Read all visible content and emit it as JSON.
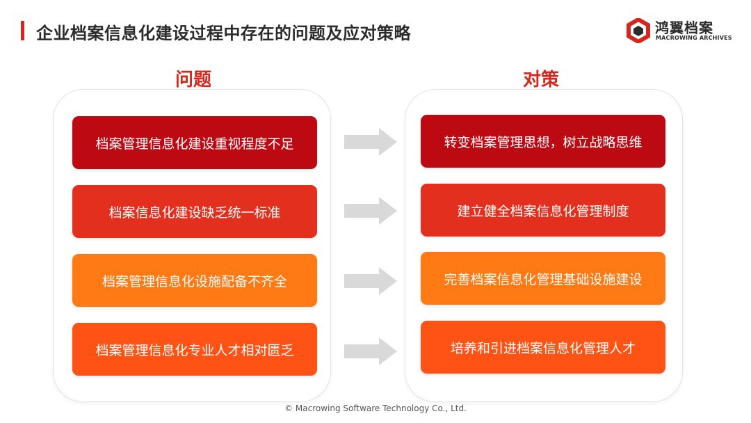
{
  "header": {
    "title": "企业档案信息化建设过程中存在的问题及应对策略",
    "accent_color": "#d7261e"
  },
  "logo": {
    "name_cn": "鸿翼档案",
    "name_en": "MACROWING ARCHIVES",
    "icon": "hexagon-logo-icon"
  },
  "problems": {
    "heading": "问题",
    "items": [
      {
        "label": "档案管理信息化建设重视程度不足",
        "color": "#bd0a12"
      },
      {
        "label": "档案信息化建设缺乏统一标准",
        "color": "#e3301e"
      },
      {
        "label": "档案管理信息化设施配备不齐全",
        "color": "#ff7a14"
      },
      {
        "label": "档案管理信息化专业人才相对匮乏",
        "color": "#ff5316"
      }
    ]
  },
  "strategies": {
    "heading": "对策",
    "items": [
      {
        "label": "转变档案管理思想，树立战略思维",
        "color": "#bd0a12"
      },
      {
        "label": "建立健全档案信息化管理制度",
        "color": "#e3301e"
      },
      {
        "label": "完善档案信息化管理基础设施建设",
        "color": "#ff7a14"
      },
      {
        "label": "培养和引进档案信息化管理人才",
        "color": "#ff5316"
      }
    ]
  },
  "arrow_icon": "right-arrow-icon",
  "arrow_color": "#d9d9d9",
  "footer": {
    "copyright": "© Macrowing Software Technology  Co., Ltd."
  }
}
